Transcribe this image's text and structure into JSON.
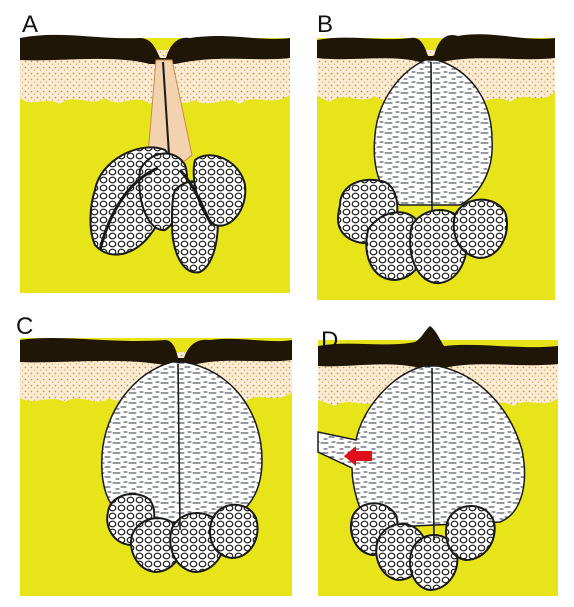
{
  "figure": {
    "panels": [
      {
        "label": "A"
      },
      {
        "label": "B"
      },
      {
        "label": "C"
      },
      {
        "label": "D"
      }
    ]
  },
  "colors": {
    "tissue": "#e8e41a",
    "epidermis": "#201608",
    "epidermis_highlight": "#8a6a2a",
    "dermis_stipple": "#d9913a",
    "keratin": "#ffffff",
    "keratin_streak": "#2a3440",
    "lobule_fill": "#ffffff",
    "lobule_outline": "#1a1a1a",
    "rupture_arrow": "#e0101a"
  },
  "icons": {
    "rupture": "red-arrow-icon"
  }
}
